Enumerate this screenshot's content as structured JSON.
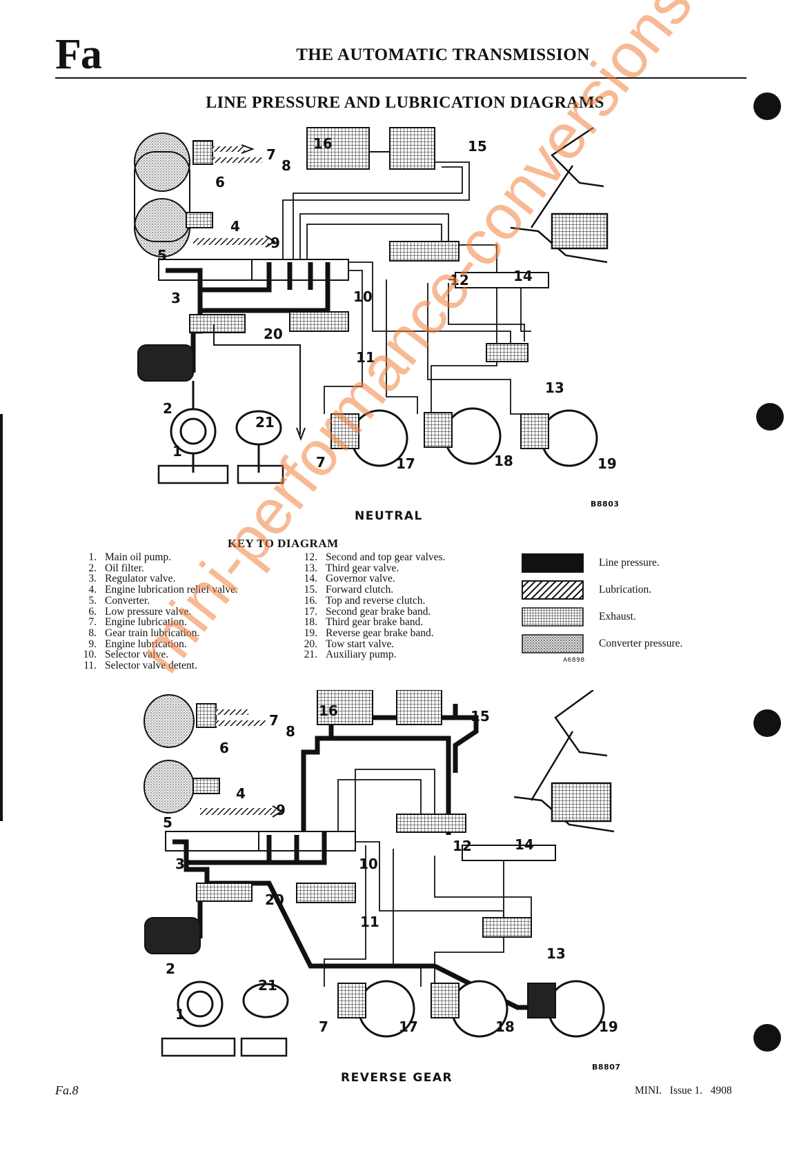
{
  "header": {
    "section_mark": "Fa",
    "title": "THE AUTOMATIC TRANSMISSION"
  },
  "page_heading": "LINE PRESSURE AND LUBRICATION DIAGRAMS",
  "diagrams": {
    "neutral": {
      "caption": "NEUTRAL",
      "ref_code": "B8803",
      "callouts": [
        "1",
        "2",
        "3",
        "4",
        "5",
        "6",
        "7",
        "8",
        "9",
        "10",
        "11",
        "12",
        "13",
        "14",
        "15",
        "16",
        "17",
        "18",
        "19",
        "20",
        "21",
        "7"
      ]
    },
    "reverse": {
      "caption": "REVERSE GEAR",
      "ref_code": "B8807",
      "callouts": [
        "1",
        "2",
        "3",
        "4",
        "5",
        "6",
        "7",
        "8",
        "9",
        "10",
        "11",
        "12",
        "13",
        "14",
        "15",
        "16",
        "17",
        "18",
        "19",
        "20",
        "21",
        "7"
      ]
    }
  },
  "key": {
    "title": "KEY TO DIAGRAM",
    "left_column": [
      {
        "n": "1.",
        "text": "Main oil pump."
      },
      {
        "n": "2.",
        "text": "Oil filter."
      },
      {
        "n": "3.",
        "text": "Regulator valve."
      },
      {
        "n": "4.",
        "text": "Engine lubrication relief valve."
      },
      {
        "n": "5.",
        "text": "Converter."
      },
      {
        "n": "6.",
        "text": "Low pressure valve."
      },
      {
        "n": "7.",
        "text": "Engine lubrication."
      },
      {
        "n": "8.",
        "text": "Gear train lubrication."
      },
      {
        "n": "9.",
        "text": "Engine lubrication."
      },
      {
        "n": "10.",
        "text": "Selector valve."
      },
      {
        "n": "11.",
        "text": "Selector valve detent."
      }
    ],
    "right_column": [
      {
        "n": "12.",
        "text": "Second and top gear valves."
      },
      {
        "n": "13.",
        "text": "Third gear valve."
      },
      {
        "n": "14.",
        "text": "Governor valve."
      },
      {
        "n": "15.",
        "text": "Forward clutch."
      },
      {
        "n": "16.",
        "text": "Top and reverse clutch."
      },
      {
        "n": "17.",
        "text": "Second gear brake band."
      },
      {
        "n": "18.",
        "text": "Third gear brake band."
      },
      {
        "n": "19.",
        "text": "Reverse gear brake band."
      },
      {
        "n": "20.",
        "text": "Tow start valve."
      },
      {
        "n": "21.",
        "text": "Auxiliary pump."
      }
    ]
  },
  "legend": {
    "items": [
      {
        "label": "Line pressure.",
        "pattern": "solid-black"
      },
      {
        "label": "Lubrication.",
        "pattern": "diagonal-hatch"
      },
      {
        "label": "Exhaust.",
        "pattern": "crosshatch"
      },
      {
        "label": "Converter pressure.",
        "pattern": "stipple"
      }
    ],
    "ref_code": "A6898"
  },
  "footer": {
    "left": "Fa.8",
    "right": "MINI.   Issue 1.   4908"
  },
  "watermark": "mini-performance-conversions.co.uk",
  "colors": {
    "ink": "#111111",
    "watermark": "#f0823c"
  }
}
